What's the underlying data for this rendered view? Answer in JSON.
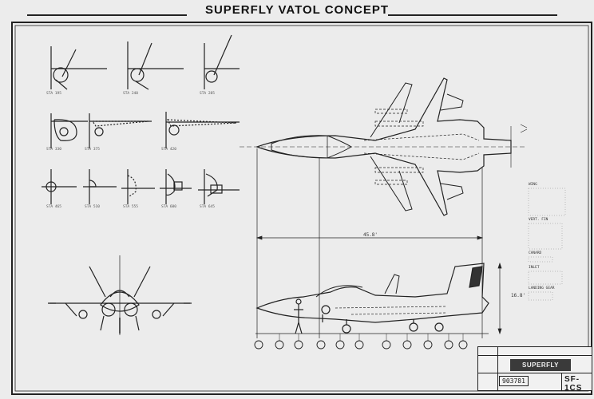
{
  "drawing": {
    "title": "SUPERFLY VATOL CONCEPT"
  },
  "dimensions": {
    "overall_length": "45.8'",
    "overall_height": "16.8'"
  },
  "title_block": {
    "name": "SUPERFLY",
    "drawing_number": "903781",
    "sheet": "SF-1CS"
  }
}
